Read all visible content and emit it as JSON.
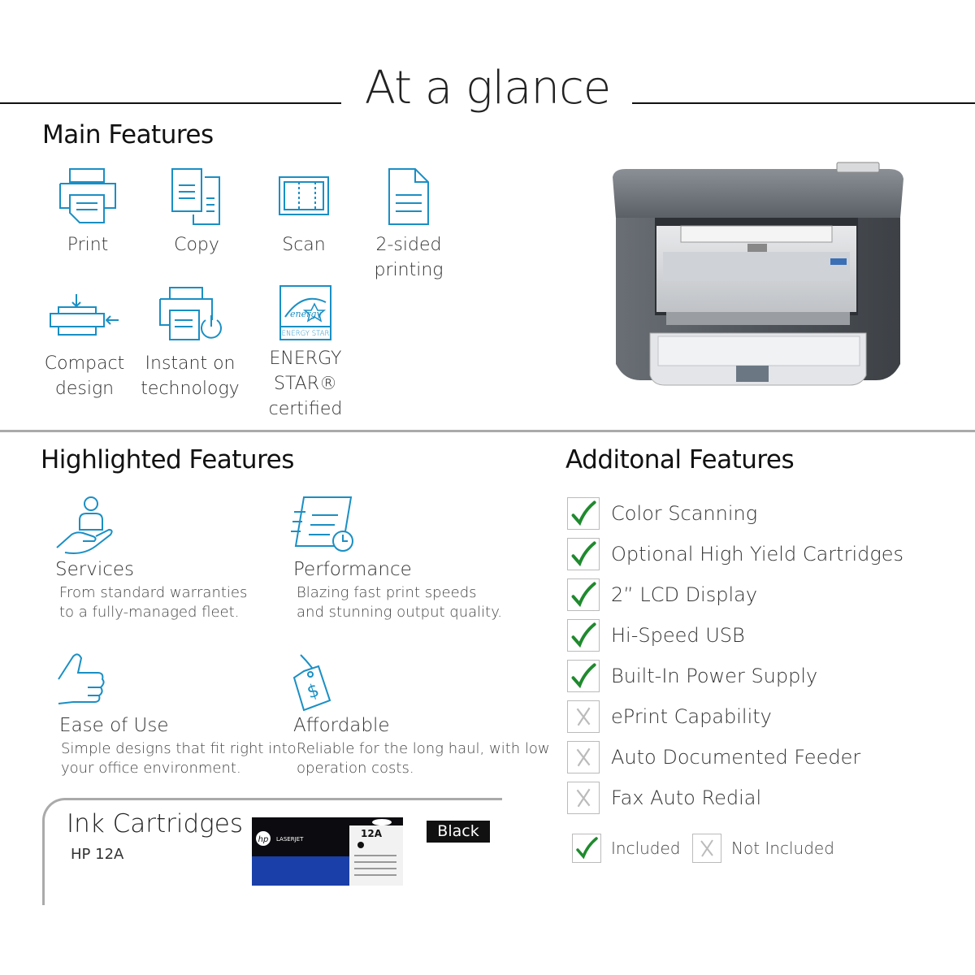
{
  "header": {
    "title": "At a glance"
  },
  "main_features": {
    "heading": "Main Features",
    "items": [
      {
        "label": "Print",
        "icon": "printer-icon"
      },
      {
        "label": "Copy",
        "icon": "copy-icon"
      },
      {
        "label": "Scan",
        "icon": "scan-icon"
      },
      {
        "label_line1": "2-sided",
        "label_line2": "printing",
        "icon": "document-icon"
      },
      {
        "label_line1": "Compact",
        "label_line2": "design",
        "icon": "compact-printer-icon"
      },
      {
        "label_line1": "Instant on",
        "label_line2": "technology",
        "icon": "instant-on-printer-icon"
      },
      {
        "label_line1": "ENERGY STAR®",
        "label_line2": "certified",
        "icon": "energy-star-icon",
        "logo_text": "ENERGY STAR"
      }
    ]
  },
  "highlighted": {
    "heading": "Highlighted Features",
    "items": [
      {
        "title": "Services",
        "desc1": "From standard warranties",
        "desc2": "to a fully-managed fleet.",
        "icon": "service-hand-icon"
      },
      {
        "title": "Performance",
        "desc1": "Blazing fast print speeds",
        "desc2": "and stunning output quality.",
        "icon": "fast-document-icon"
      },
      {
        "title": "Ease of Use",
        "desc1": "Simple designs that fit right into",
        "desc2": "your office environment.",
        "icon": "thumbs-up-icon"
      },
      {
        "title": "Affordable",
        "desc1": "Reliable for the long haul, with low",
        "desc2": "operation costs.",
        "icon": "price-tag-icon"
      }
    ]
  },
  "ink": {
    "heading": "Ink Cartridges",
    "model": "HP 12A",
    "color_badge": "Black",
    "box_brand": "LASERJET",
    "box_model": "12A"
  },
  "additional": {
    "heading": "Additonal Features",
    "items": [
      {
        "label": "Color Scanning",
        "included": true
      },
      {
        "label": "Optional High Yield Cartridges",
        "included": true
      },
      {
        "label": "2” LCD Display",
        "included": true
      },
      {
        "label": "Hi-Speed USB",
        "included": true
      },
      {
        "label": "Built-In Power Supply",
        "included": true
      },
      {
        "label": "ePrint Capability",
        "included": false
      },
      {
        "label": "Auto Documented Feeder",
        "included": false
      },
      {
        "label": "Fax Auto Redial",
        "included": false
      }
    ],
    "legend": {
      "included": "Included",
      "not_included": "Not Included"
    }
  },
  "colors": {
    "icon_blue": "#1a8fc4",
    "check_green": "#1f8a2e",
    "cross_gray": "#bbbbbb",
    "rule": "#111111"
  }
}
